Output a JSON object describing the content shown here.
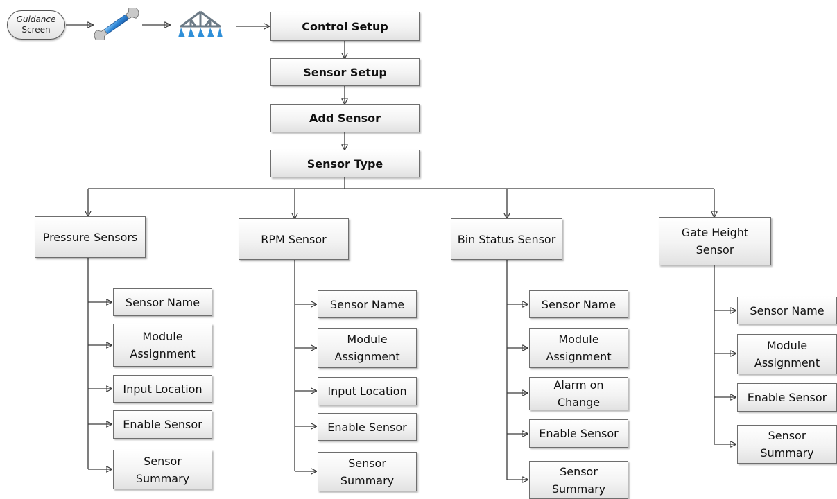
{
  "start": {
    "line1": "Guidance",
    "line2": "Screen"
  },
  "icons": {
    "tool": "wrench-icon",
    "implement": "sprayer-boom-icon"
  },
  "chain": [
    "Control Setup",
    "Sensor Setup",
    "Add Sensor",
    "Sensor Type"
  ],
  "branches": [
    {
      "title": "Pressure Sensors",
      "items": [
        "Sensor Name",
        "Module Assignment",
        "Input Location",
        "Enable Sensor",
        "Sensor Summary"
      ]
    },
    {
      "title": "RPM Sensor",
      "items": [
        "Sensor Name",
        "Module Assignment",
        "Input Location",
        "Enable Sensor",
        "Sensor Summary"
      ]
    },
    {
      "title": "Bin Status Sensor",
      "items": [
        "Sensor Name",
        "Module Assignment",
        "Alarm on Change",
        "Enable Sensor",
        "Sensor Summary"
      ]
    },
    {
      "title": "Gate Height Sensor",
      "items": [
        "Sensor Name",
        "Module Assignment",
        "Enable Sensor",
        "Sensor Summary"
      ]
    }
  ]
}
